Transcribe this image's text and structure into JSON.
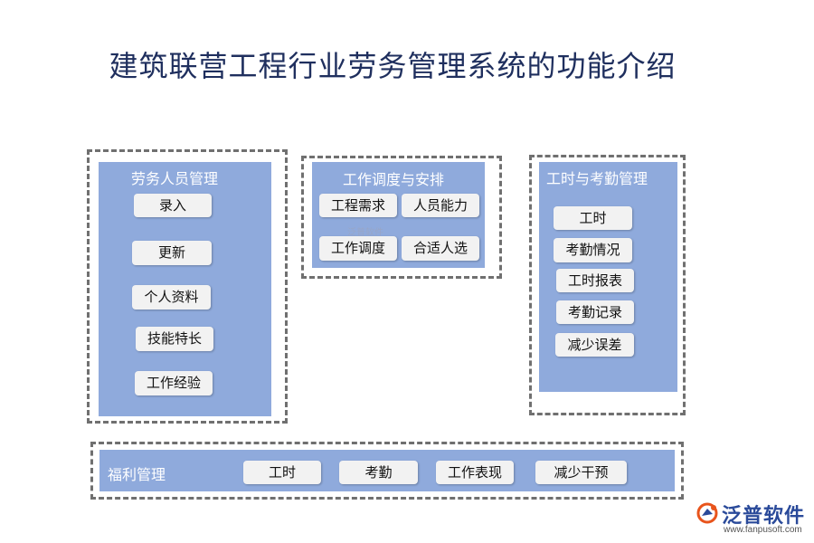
{
  "title": "建筑联营工程行业劳务管理系统的功能介绍",
  "groups": {
    "labor": {
      "title": "劳务人员管理",
      "items": [
        "录入",
        "更新",
        "个人资料",
        "技能特长",
        "工作经验"
      ]
    },
    "dispatch": {
      "title": "工作调度与安排",
      "items": [
        "工程需求",
        "人员能力",
        "工作调度",
        "合适人选"
      ]
    },
    "attendance": {
      "title": "工时与考勤管理",
      "items": [
        "工时",
        "考勤情况",
        "工时报表",
        "考勤记录",
        "减少误差"
      ]
    },
    "welfare": {
      "title": "福利管理",
      "items": [
        "工时",
        "考勤",
        "工作表现",
        "减少干预"
      ]
    }
  },
  "watermark": "泛普软件",
  "logo": {
    "name": "泛普软件",
    "url": "www.fanpusoft.com"
  },
  "colors": {
    "panel": "#8faadc",
    "pill": "#f2f2f2",
    "title": "#1f2f5e",
    "logo": "#2a4a9a"
  }
}
